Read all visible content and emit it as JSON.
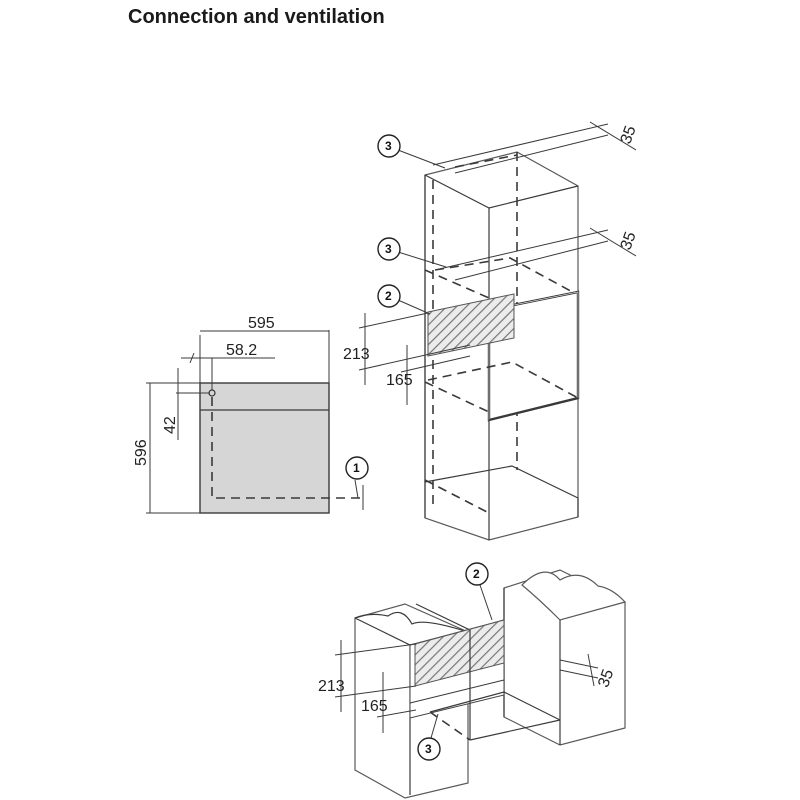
{
  "title": "Connection and ventilation",
  "appliance_front": {
    "width": "595",
    "socket_offset": "58.2",
    "height": "596",
    "socket_height": "42",
    "callout": "1"
  },
  "tall_cabinet": {
    "top_gap": "35",
    "mid_gap": "35",
    "opening_height": "213",
    "opening_offset": "165",
    "callouts": [
      "3",
      "3",
      "2"
    ]
  },
  "base_unit": {
    "callout_vent": "2",
    "gap": "35",
    "opening_height": "213",
    "opening_offset": "165",
    "callout_bottom": "3"
  },
  "colors": {
    "appliance_fill": "#d6d6d6",
    "line": "#3a3a3a"
  }
}
